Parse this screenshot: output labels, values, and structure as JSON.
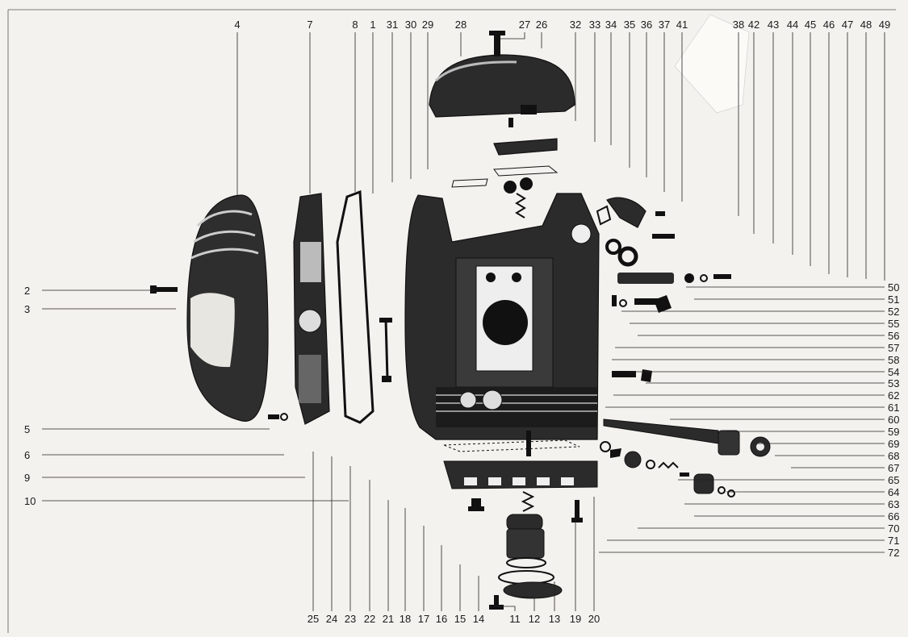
{
  "top_numbers": [
    "4",
    "7",
    "8",
    "1",
    "31",
    "30",
    "29",
    "28",
    "27",
    "26",
    "32",
    "33",
    "34",
    "35",
    "36",
    "37",
    "41",
    "38",
    "42",
    "43",
    "44",
    "45",
    "46",
    "47",
    "48",
    "49"
  ],
  "left_numbers": [
    "2",
    "3",
    "5",
    "6",
    "9",
    "10"
  ],
  "right_numbers": [
    "50",
    "51",
    "52",
    "55",
    "56",
    "57",
    "58",
    "54",
    "53",
    "62",
    "61",
    "60",
    "59",
    "69",
    "68",
    "67",
    "65",
    "64",
    "63",
    "66",
    "70",
    "71",
    "72"
  ],
  "bottom_numbers": [
    "25",
    "24",
    "23",
    "22",
    "21",
    "18",
    "17",
    "16",
    "15",
    "14",
    "11",
    "12",
    "13",
    "19",
    "20"
  ],
  "colors": {
    "paper": "#f4f2ee",
    "ink": "#1a1a1a",
    "casting": "#2b2b2b"
  }
}
